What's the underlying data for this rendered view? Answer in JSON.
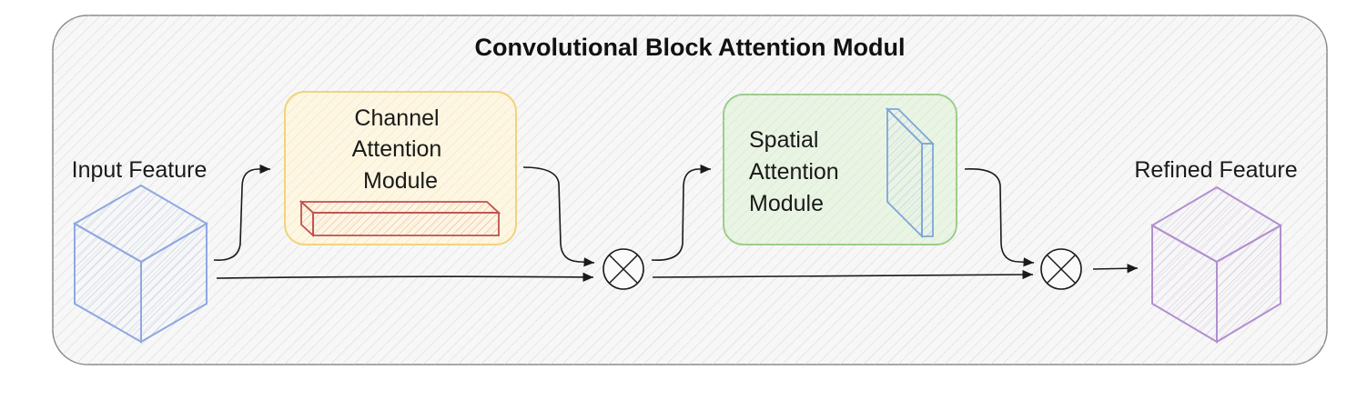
{
  "title": "Convolutional Block Attention Modul",
  "input_label": "Input Feature",
  "output_label": "Refined Feature",
  "channel_module": {
    "lines": [
      "Channel",
      "Attention",
      "Module"
    ]
  },
  "spatial_module": {
    "lines": [
      "Spatial",
      "Attention",
      "Module"
    ]
  },
  "colors": {
    "frame_stroke": "#8a8a8a",
    "frame_fill": "#f7f7f7",
    "channel_stroke": "#f2d27a",
    "channel_fill": "#fdf6e3",
    "channel_bar": "#c0504d",
    "spatial_stroke": "#9ccc8a",
    "spatial_fill": "#eaf4e4",
    "spatial_plate": "#7ea6d8",
    "input_cube": "#8fa8e0",
    "output_cube": "#b08fcf"
  }
}
